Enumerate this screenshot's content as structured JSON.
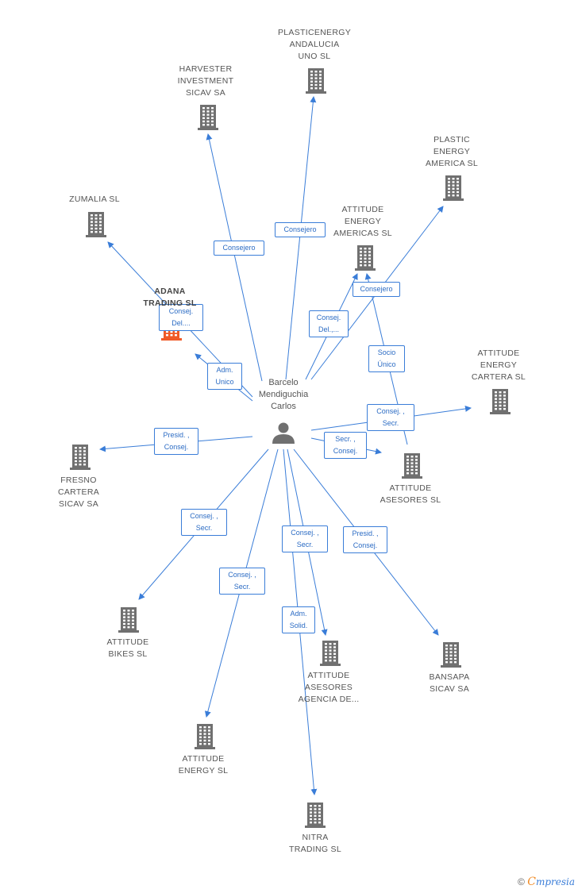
{
  "colors": {
    "edge": "#3a7dd8",
    "building": "#707070",
    "highlight": "#f05a28"
  },
  "center": {
    "label_lines": [
      "Barcelo",
      "Mendiguchia",
      "Carlos"
    ],
    "icon": "person-icon"
  },
  "nodes": [
    {
      "id": "plasticenergy-andalucia",
      "lines": [
        "PLASTICENERGY",
        "ANDALUCIA",
        "UNO SL"
      ],
      "icon": "building-icon"
    },
    {
      "id": "harvester",
      "lines": [
        "HARVESTER",
        "INVESTMENT",
        "SICAV SA"
      ],
      "icon": "building-icon"
    },
    {
      "id": "plastic-energy-america",
      "lines": [
        "PLASTIC",
        "ENERGY",
        "AMERICA SL"
      ],
      "icon": "building-icon"
    },
    {
      "id": "zumalia",
      "lines": [
        "ZUMALIA SL"
      ],
      "icon": "building-icon"
    },
    {
      "id": "attitude-energy-americas",
      "lines": [
        "ATTITUDE",
        "ENERGY",
        "AMERICAS SL"
      ],
      "icon": "building-icon"
    },
    {
      "id": "adana",
      "lines": [
        "ADANA",
        "TRADING SL"
      ],
      "icon": "building-icon",
      "highlight": true
    },
    {
      "id": "attitude-energy-cartera",
      "lines": [
        "ATTITUDE",
        "ENERGY",
        "CARTERA SL"
      ],
      "icon": "building-icon"
    },
    {
      "id": "fresno",
      "lines": [
        "FRESNO",
        "CARTERA",
        "SICAV SA"
      ],
      "icon": "building-icon"
    },
    {
      "id": "attitude-asesores",
      "lines": [
        "ATTITUDE",
        "ASESORES SL"
      ],
      "icon": "building-icon"
    },
    {
      "id": "attitude-bikes",
      "lines": [
        "ATTITUDE",
        "BIKES SL"
      ],
      "icon": "building-icon"
    },
    {
      "id": "attitude-asesores-agencia",
      "lines": [
        "ATTITUDE",
        "ASESORES",
        "AGENCIA DE..."
      ],
      "icon": "building-icon"
    },
    {
      "id": "bansapa",
      "lines": [
        "BANSAPA",
        "SICAV SA"
      ],
      "icon": "building-icon"
    },
    {
      "id": "attitude-energy",
      "lines": [
        "ATTITUDE",
        "ENERGY SL"
      ],
      "icon": "building-icon"
    },
    {
      "id": "nitra",
      "lines": [
        "NITRA",
        "TRADING SL"
      ],
      "icon": "building-icon"
    }
  ],
  "relations": [
    {
      "target": "plasticenergy-andalucia",
      "lines": [
        "Consejero"
      ]
    },
    {
      "target": "harvester",
      "lines": [
        "Consejero"
      ]
    },
    {
      "target": "plastic-energy-america",
      "lines": [
        "Consejero"
      ]
    },
    {
      "target": "zumalia",
      "lines": [
        "Consej.",
        "Del...."
      ]
    },
    {
      "target": "attitude-energy-americas",
      "lines": [
        "Consej.",
        "Del.,..."
      ]
    },
    {
      "target": "attitude-energy-americas",
      "lines": [
        "Socio",
        "Único"
      ]
    },
    {
      "target": "adana",
      "lines": [
        "Adm.",
        "Unico"
      ]
    },
    {
      "target": "attitude-energy-cartera",
      "lines": [
        "Consej. ,",
        "Secr."
      ]
    },
    {
      "target": "fresno",
      "lines": [
        "Presid. ,",
        "Consej."
      ]
    },
    {
      "target": "attitude-asesores",
      "lines": [
        "Secr. ,",
        "Consej."
      ]
    },
    {
      "target": "attitude-bikes",
      "lines": [
        "Consej. ,",
        "Secr."
      ]
    },
    {
      "target": "attitude-asesores-agencia",
      "lines": [
        "Consej. ,",
        "Secr."
      ]
    },
    {
      "target": "bansapa",
      "lines": [
        "Presid. ,",
        "Consej."
      ]
    },
    {
      "target": "attitude-energy",
      "lines": [
        "Consej. ,",
        "Secr."
      ]
    },
    {
      "target": "nitra",
      "lines": [
        "Adm.",
        "Solid."
      ]
    }
  ],
  "footer": {
    "copyright": "©",
    "brand_initial": "C",
    "brand_rest": "mpresia"
  }
}
